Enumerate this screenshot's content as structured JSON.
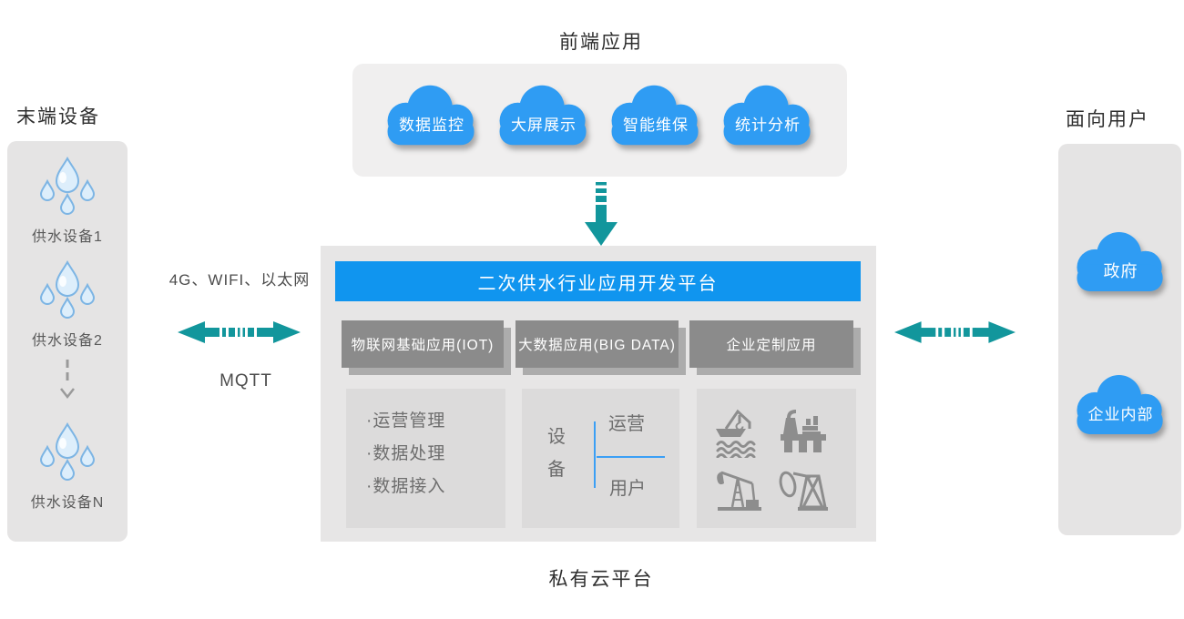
{
  "titles": {
    "frontend": "前端应用",
    "terminal_devices": "末端设备",
    "facing_users": "面向用户",
    "private_cloud": "私有云平台"
  },
  "frontend_apps": [
    "数据监控",
    "大屏展示",
    "智能维保",
    "统计分析"
  ],
  "terminal": {
    "devices": [
      "供水设备1",
      "供水设备2",
      "供水设备N"
    ]
  },
  "left_link": {
    "protocols": "4G、WIFI、以太网",
    "protocol2": "MQTT"
  },
  "platform": {
    "header": "二次供水行业应用开发平台",
    "modules": [
      "物联网基础应用(IOT)",
      "大数据应用(BIG DATA)",
      "企业定制应用"
    ],
    "iot_features": [
      "·运营管理",
      "·数据处理",
      "·数据接入"
    ],
    "bigdata_matrix": {
      "left_top": "设",
      "left_bottom": "备",
      "right_top": "运营",
      "right_bottom": "用户"
    },
    "custom_icons": [
      "floating-crane-ship-icon",
      "offshore-platform-icon",
      "pumpjack-derrick-icon",
      "pumpjack-outline-icon"
    ]
  },
  "user_clouds": [
    "政府",
    "企业内部"
  ],
  "colors": {
    "cloud_blue": "#2f9cf3",
    "header_blue": "#1095ef",
    "arrow_teal": "#12969c",
    "divider_blue": "#3b9ff5",
    "panel_gray": "#e5e4e4",
    "inner_gray": "#dcdbdb",
    "module_gray": "#8b8b8b"
  }
}
